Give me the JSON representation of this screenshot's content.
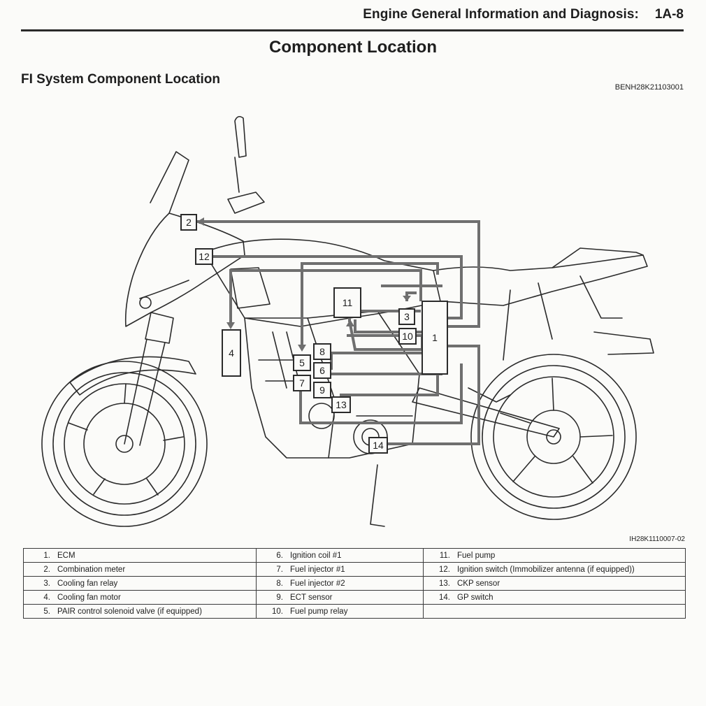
{
  "header": {
    "section": "Engine General Information and Diagnosis:",
    "page": "1A-8"
  },
  "title": "Component Location",
  "subtitle": "FI System Component Location",
  "doc_code": "BENH28K21103001",
  "figure_code": "IH28K1110007-02",
  "callouts": [
    "1",
    "2",
    "3",
    "4",
    "5",
    "6",
    "7",
    "8",
    "9",
    "10",
    "11",
    "12",
    "13",
    "14"
  ],
  "legend": [
    {
      "num": "1.",
      "text": "ECM"
    },
    {
      "num": "2.",
      "text": "Combination meter"
    },
    {
      "num": "3.",
      "text": "Cooling fan relay"
    },
    {
      "num": "4.",
      "text": "Cooling fan motor"
    },
    {
      "num": "5.",
      "text": "PAIR control solenoid valve (if equipped)"
    },
    {
      "num": "6.",
      "text": "Ignition coil #1"
    },
    {
      "num": "7.",
      "text": "Fuel injector #1"
    },
    {
      "num": "8.",
      "text": "Fuel injector #2"
    },
    {
      "num": "9.",
      "text": "ECT sensor"
    },
    {
      "num": "10.",
      "text": "Fuel pump relay"
    },
    {
      "num": "11.",
      "text": "Fuel pump"
    },
    {
      "num": "12.",
      "text": "Ignition switch (Immobilizer antenna (if equipped))"
    },
    {
      "num": "13.",
      "text": "CKP sensor"
    },
    {
      "num": "14.",
      "text": "GP switch"
    }
  ],
  "colors": {
    "line": "#2b2b2b",
    "leader": "#6f6f6f",
    "paper": "#fbfbf9"
  }
}
